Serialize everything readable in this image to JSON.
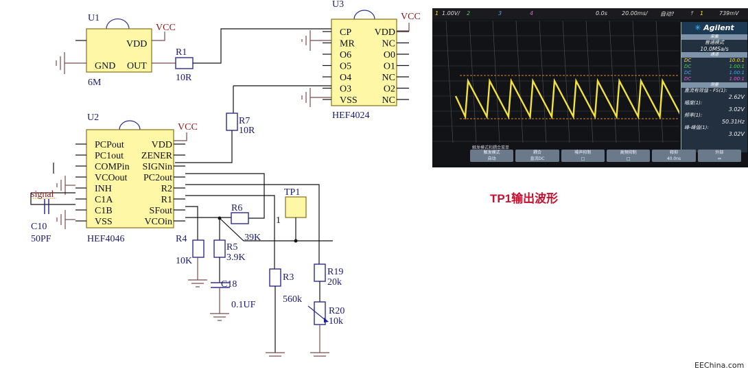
{
  "schematic": {
    "u1": {
      "ref": "U1",
      "value": "6M",
      "pins": {
        "vdd": "VDD",
        "gnd": "GND",
        "out": "OUT"
      }
    },
    "u3": {
      "ref": "U3",
      "part": "HEF4024",
      "left_pins": [
        "CP",
        "MR",
        "O6",
        "O5",
        "O4",
        "O3",
        "VSS"
      ],
      "right_pins": [
        "VDD",
        "NC",
        "O0",
        "O1",
        "NC",
        "O2",
        "NC"
      ]
    },
    "u2": {
      "ref": "U2",
      "part": "HEF4046",
      "left_pins": [
        "PCPout",
        "PC1out",
        "COMPin",
        "VCOout",
        "INH",
        "C1A",
        "C1B",
        "VSS"
      ],
      "right_pins": [
        "VDD",
        "ZENER",
        "SIGNin",
        "PC2out",
        "R2",
        "R1",
        "SFout",
        "VCOin"
      ]
    },
    "power_label": "VCC",
    "net_signal": "signal",
    "components": {
      "r1": {
        "ref": "R1",
        "value": "10R"
      },
      "r7": {
        "ref": "R7",
        "value": "10R"
      },
      "r6": {
        "ref": "R6",
        "value": "39K"
      },
      "r4": {
        "ref": "R4",
        "value": "10K"
      },
      "r5": {
        "ref": "R5",
        "value": "3.9K"
      },
      "c18": {
        "ref": "C18",
        "value": "0.1UF"
      },
      "r3": {
        "ref": "R3",
        "value": "560k"
      },
      "r19": {
        "ref": "R19",
        "value": "20k"
      },
      "r20": {
        "ref": "R20",
        "value": "10k"
      },
      "c10": {
        "ref": "C10",
        "value": "50PF"
      },
      "tp1": {
        "ref": "TP1",
        "pin": "1"
      }
    }
  },
  "scope": {
    "ch1_scale": "1.00V/",
    "channels": [
      "1",
      "2",
      "3",
      "4"
    ],
    "time_offset": "0.0s",
    "time_scale": "20.00ms/",
    "trigger_mode": "自动?",
    "trigger_ch": "1",
    "trigger_level": "739mV",
    "brand": "Agilent",
    "acq_header": "采集",
    "acq_mode": "普通模式",
    "sample_rate": "10.0MSa/s",
    "channel_header": "通道",
    "channel_rows": [
      {
        "coupling": "DC",
        "probe": "10.0:1",
        "color": "#f2e23a"
      },
      {
        "coupling": "DC",
        "probe": "1.00:1",
        "color": "#4cd44c"
      },
      {
        "coupling": "DC",
        "probe": "1.00:1",
        "color": "#4aa8f0"
      },
      {
        "coupling": "DC",
        "probe": "1.00:1",
        "color": "#e060d0"
      }
    ],
    "meas_header": "测量",
    "measurements": [
      {
        "label": "直流有效值 - FS(1):",
        "value": "2.62V"
      },
      {
        "label": "幅度(1):",
        "value": "3.02V"
      },
      {
        "label": "频率(1):",
        "value": "50.31Hz"
      },
      {
        "label": "峰-峰值(1):",
        "value": "3.02V"
      }
    ],
    "softkey_title": "触发模式和耦合菜单",
    "softkeys": [
      {
        "top": "触发模式",
        "bottom": "自动"
      },
      {
        "top": "耦合",
        "bottom": "直流DC"
      },
      {
        "top": "噪声抑制",
        "bottom": "□"
      },
      {
        "top": "高频抑制",
        "bottom": "□"
      },
      {
        "top": "释抑",
        "bottom": "40.0ns"
      },
      {
        "top": "外部",
        "bottom": "⇔"
      }
    ],
    "waveform": {
      "shape": "sawtooth",
      "cycles_visible": 10,
      "amplitude_v": 3.02,
      "frequency_hz": 50.31
    }
  },
  "caption": "TP1输出波形",
  "watermark": "EEChina.com"
}
